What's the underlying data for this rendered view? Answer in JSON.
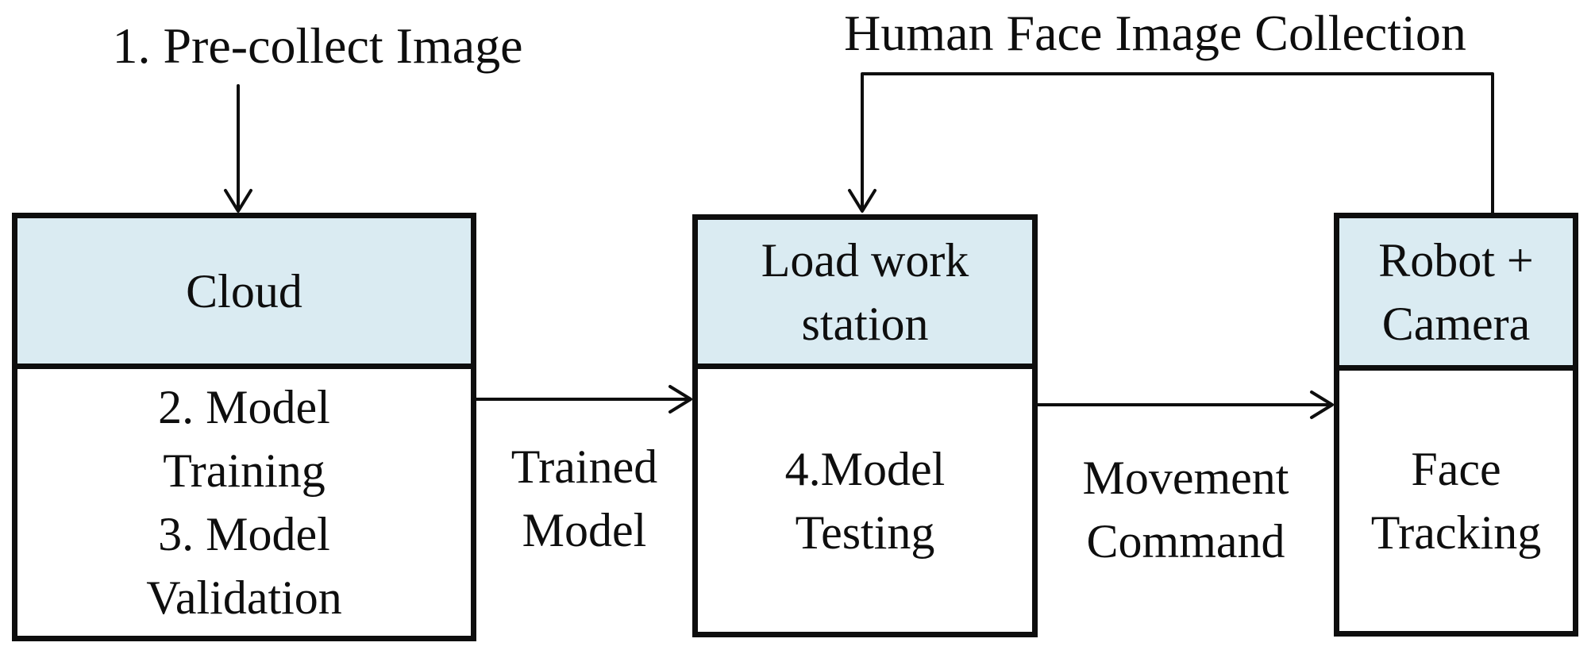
{
  "colors": {
    "box_header_fill": "#daebf2",
    "line_and_text": "#0e0e0e",
    "background": "#ffffff"
  },
  "annotations": {
    "precollect_label": "1. Pre-collect Image",
    "human_face_collection_label": "Human Face Image Collection",
    "trained_model_label": {
      "line1": "Trained",
      "line2": "Model"
    },
    "movement_command_label": {
      "line1": "Movement",
      "line2": "Command"
    }
  },
  "boxes": {
    "cloud": {
      "header_line1": "Cloud",
      "body_line1": "2. Model",
      "body_line2": "Training",
      "body_line3": "3. Model",
      "body_line4": "Validation"
    },
    "load_work_station": {
      "header_line1": "Load work",
      "header_line2": "station",
      "body_line1": "4.Model",
      "body_line2": "Testing"
    },
    "robot_camera": {
      "header_line1": "Robot +",
      "header_line2": "Camera",
      "body_line1": "Face",
      "body_line2": "Tracking"
    }
  }
}
